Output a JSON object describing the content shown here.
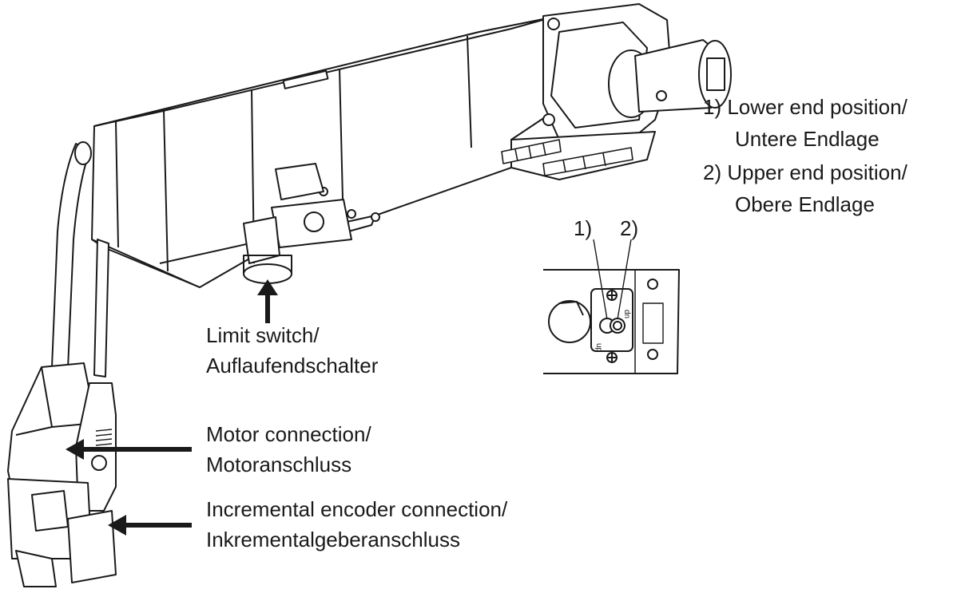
{
  "legend": {
    "item1_line1": "1)  Lower end position/",
    "item1_line2": "Untere Endlage",
    "item2_line1": "2)  Upper end position/",
    "item2_line2": "Obere Endlage"
  },
  "detail": {
    "marker1": "1)",
    "marker2": "2)",
    "screw_label_down": "dn",
    "screw_label_up": "up"
  },
  "callouts": {
    "limit_switch_line1": "Limit switch/",
    "limit_switch_line2": "Auflaufendschalter",
    "motor_line1": "Motor connection/",
    "motor_line2": "Motoranschluss",
    "encoder_line1": "Incremental encoder connection/",
    "encoder_line2": "Inkrementalgeberanschluss"
  },
  "colors": {
    "line": "#1a1a1a",
    "background": "#ffffff"
  }
}
